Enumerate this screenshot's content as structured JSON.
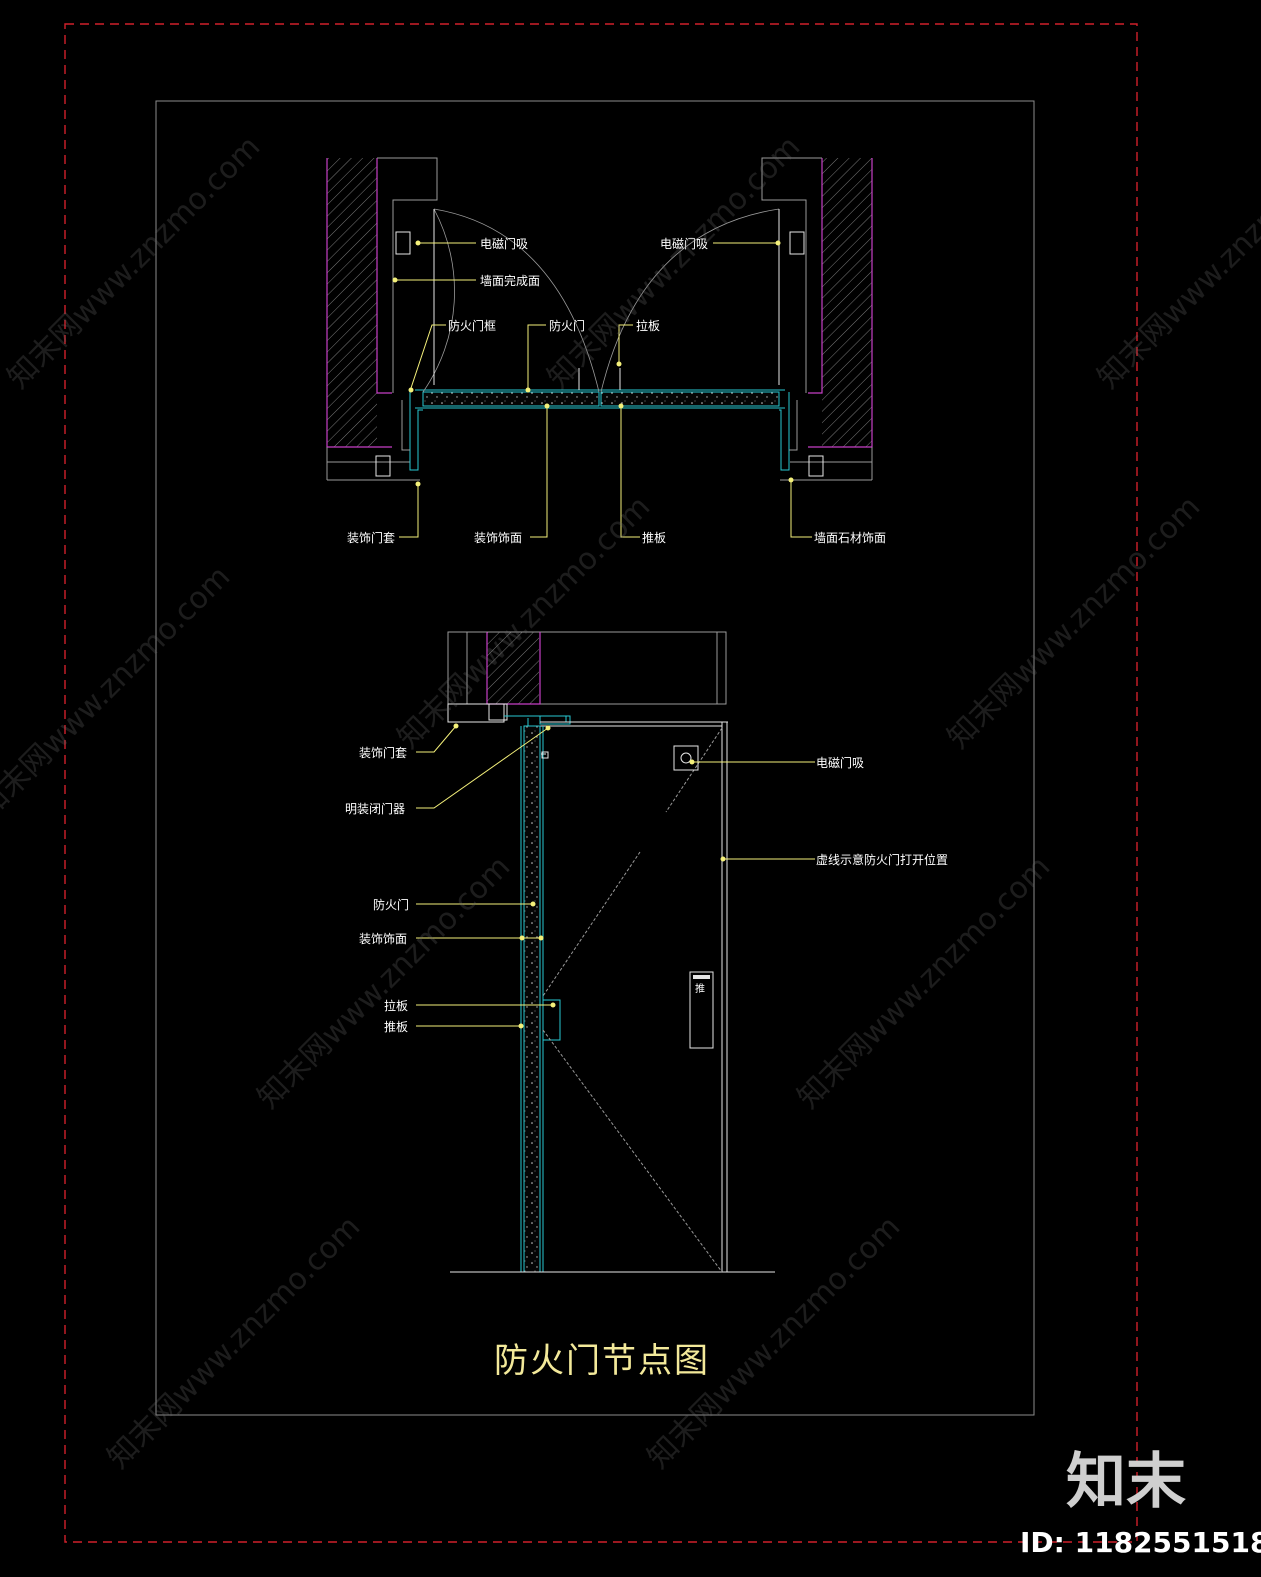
{
  "drawing_title": "防火门节点图",
  "plan_labels": {
    "magnetic_holder_left": "电磁门吸",
    "magnetic_holder_right": "电磁门吸",
    "wall_finish": "墙面完成面",
    "fire_door_frame": "防火门框",
    "fire_door": "防火门",
    "pull_plate": "拉板",
    "decor_door_casing": "装饰门套",
    "decor_finish": "装饰饰面",
    "push_plate": "推板",
    "wall_stone_finish": "墙面石材饰面"
  },
  "section_labels": {
    "decor_door_casing": "装饰门套",
    "surface_door_closer": "明装闭门器",
    "magnetic_holder": "电磁门吸",
    "dashed_open_position": "虚线示意防火门打开位置",
    "fire_door": "防火门",
    "decor_finish": "装饰饰面",
    "pull_plate": "拉板",
    "push_plate": "推板",
    "push_sign": "推"
  },
  "watermark": {
    "repeat_text": "知末网www.znzmo.com",
    "logo": "知末",
    "id": "ID: 1182551518"
  },
  "colors": {
    "background": "#000000",
    "leader": "#f4f07a",
    "door_line": "#27c9d2",
    "wall_line": "#c63fc6",
    "border_dashed": "#d0202a",
    "title": "#f3e99a"
  }
}
